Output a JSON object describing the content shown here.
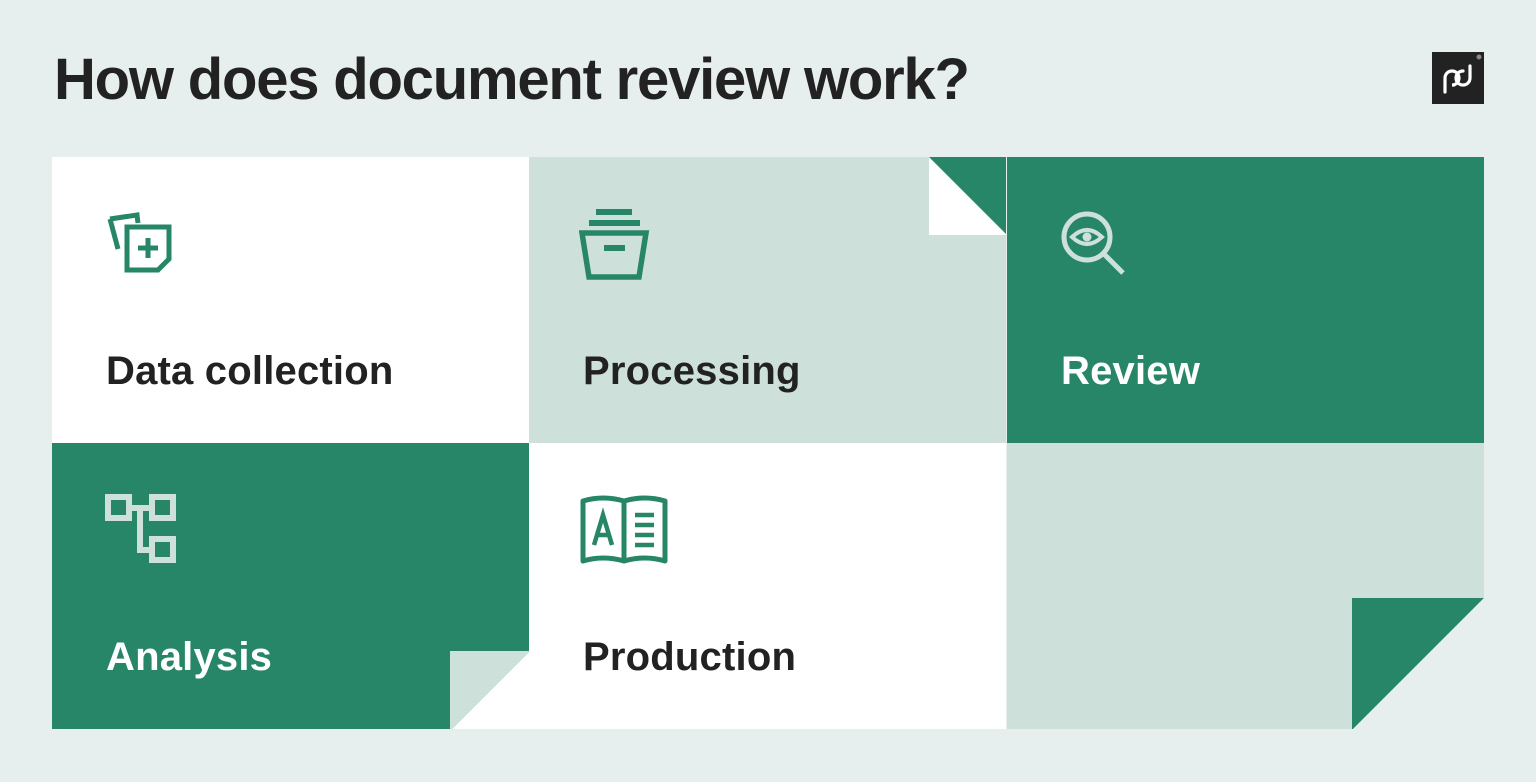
{
  "header": {
    "title": "How does document review work?",
    "logo": {
      "icon": "pandadoc-logo-icon",
      "text": "pd",
      "bg": "#222222"
    }
  },
  "colors": {
    "background": "#e6efed",
    "green": "#268667",
    "light_green": "#cde0da",
    "white": "#ffffff",
    "text_dark": "#222222"
  },
  "steps": [
    {
      "label": "Data collection",
      "icon": "documents-add-icon",
      "tile": "white"
    },
    {
      "label": "Processing",
      "icon": "archive-box-icon",
      "tile": "light"
    },
    {
      "label": "Review",
      "icon": "magnifier-eye-icon",
      "tile": "green"
    },
    {
      "label": "Analysis",
      "icon": "hierarchy-nodes-icon",
      "tile": "green"
    },
    {
      "label": "Production",
      "icon": "open-book-icon",
      "tile": "white"
    }
  ]
}
